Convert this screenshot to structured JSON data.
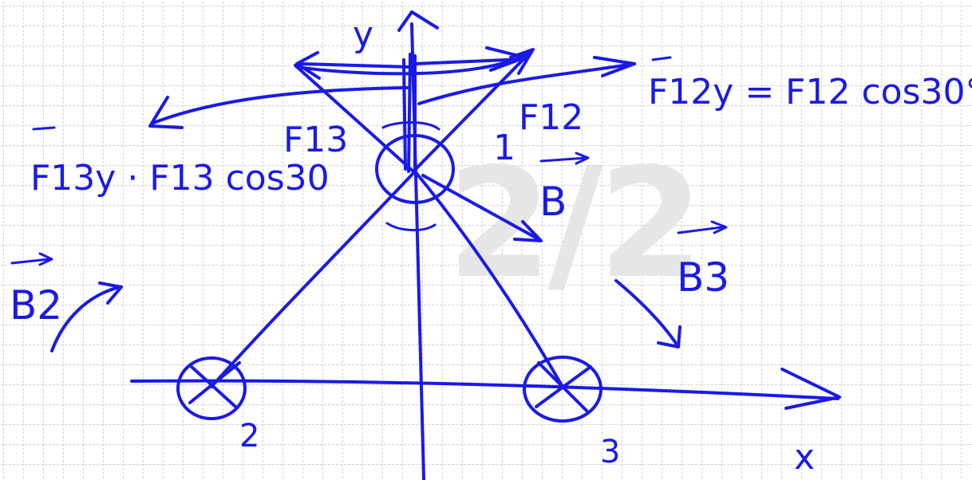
{
  "watermark": "2/2",
  "colors": {
    "ink": "#1a1ae6",
    "grid": "#b9b9b9",
    "paper": "#ffffff",
    "watermark": "#e6e6e6"
  },
  "labels": {
    "y_axis": "y",
    "x_axis": "x",
    "f12": "F12",
    "f13": "F13",
    "f12y": "F12y = F12 cos30°",
    "f13y": "F13y · F13 cos30",
    "b_vec": "B",
    "b2": "B2",
    "b3": "B3",
    "wire1": "1",
    "wire2": "2",
    "wire3": "3"
  }
}
